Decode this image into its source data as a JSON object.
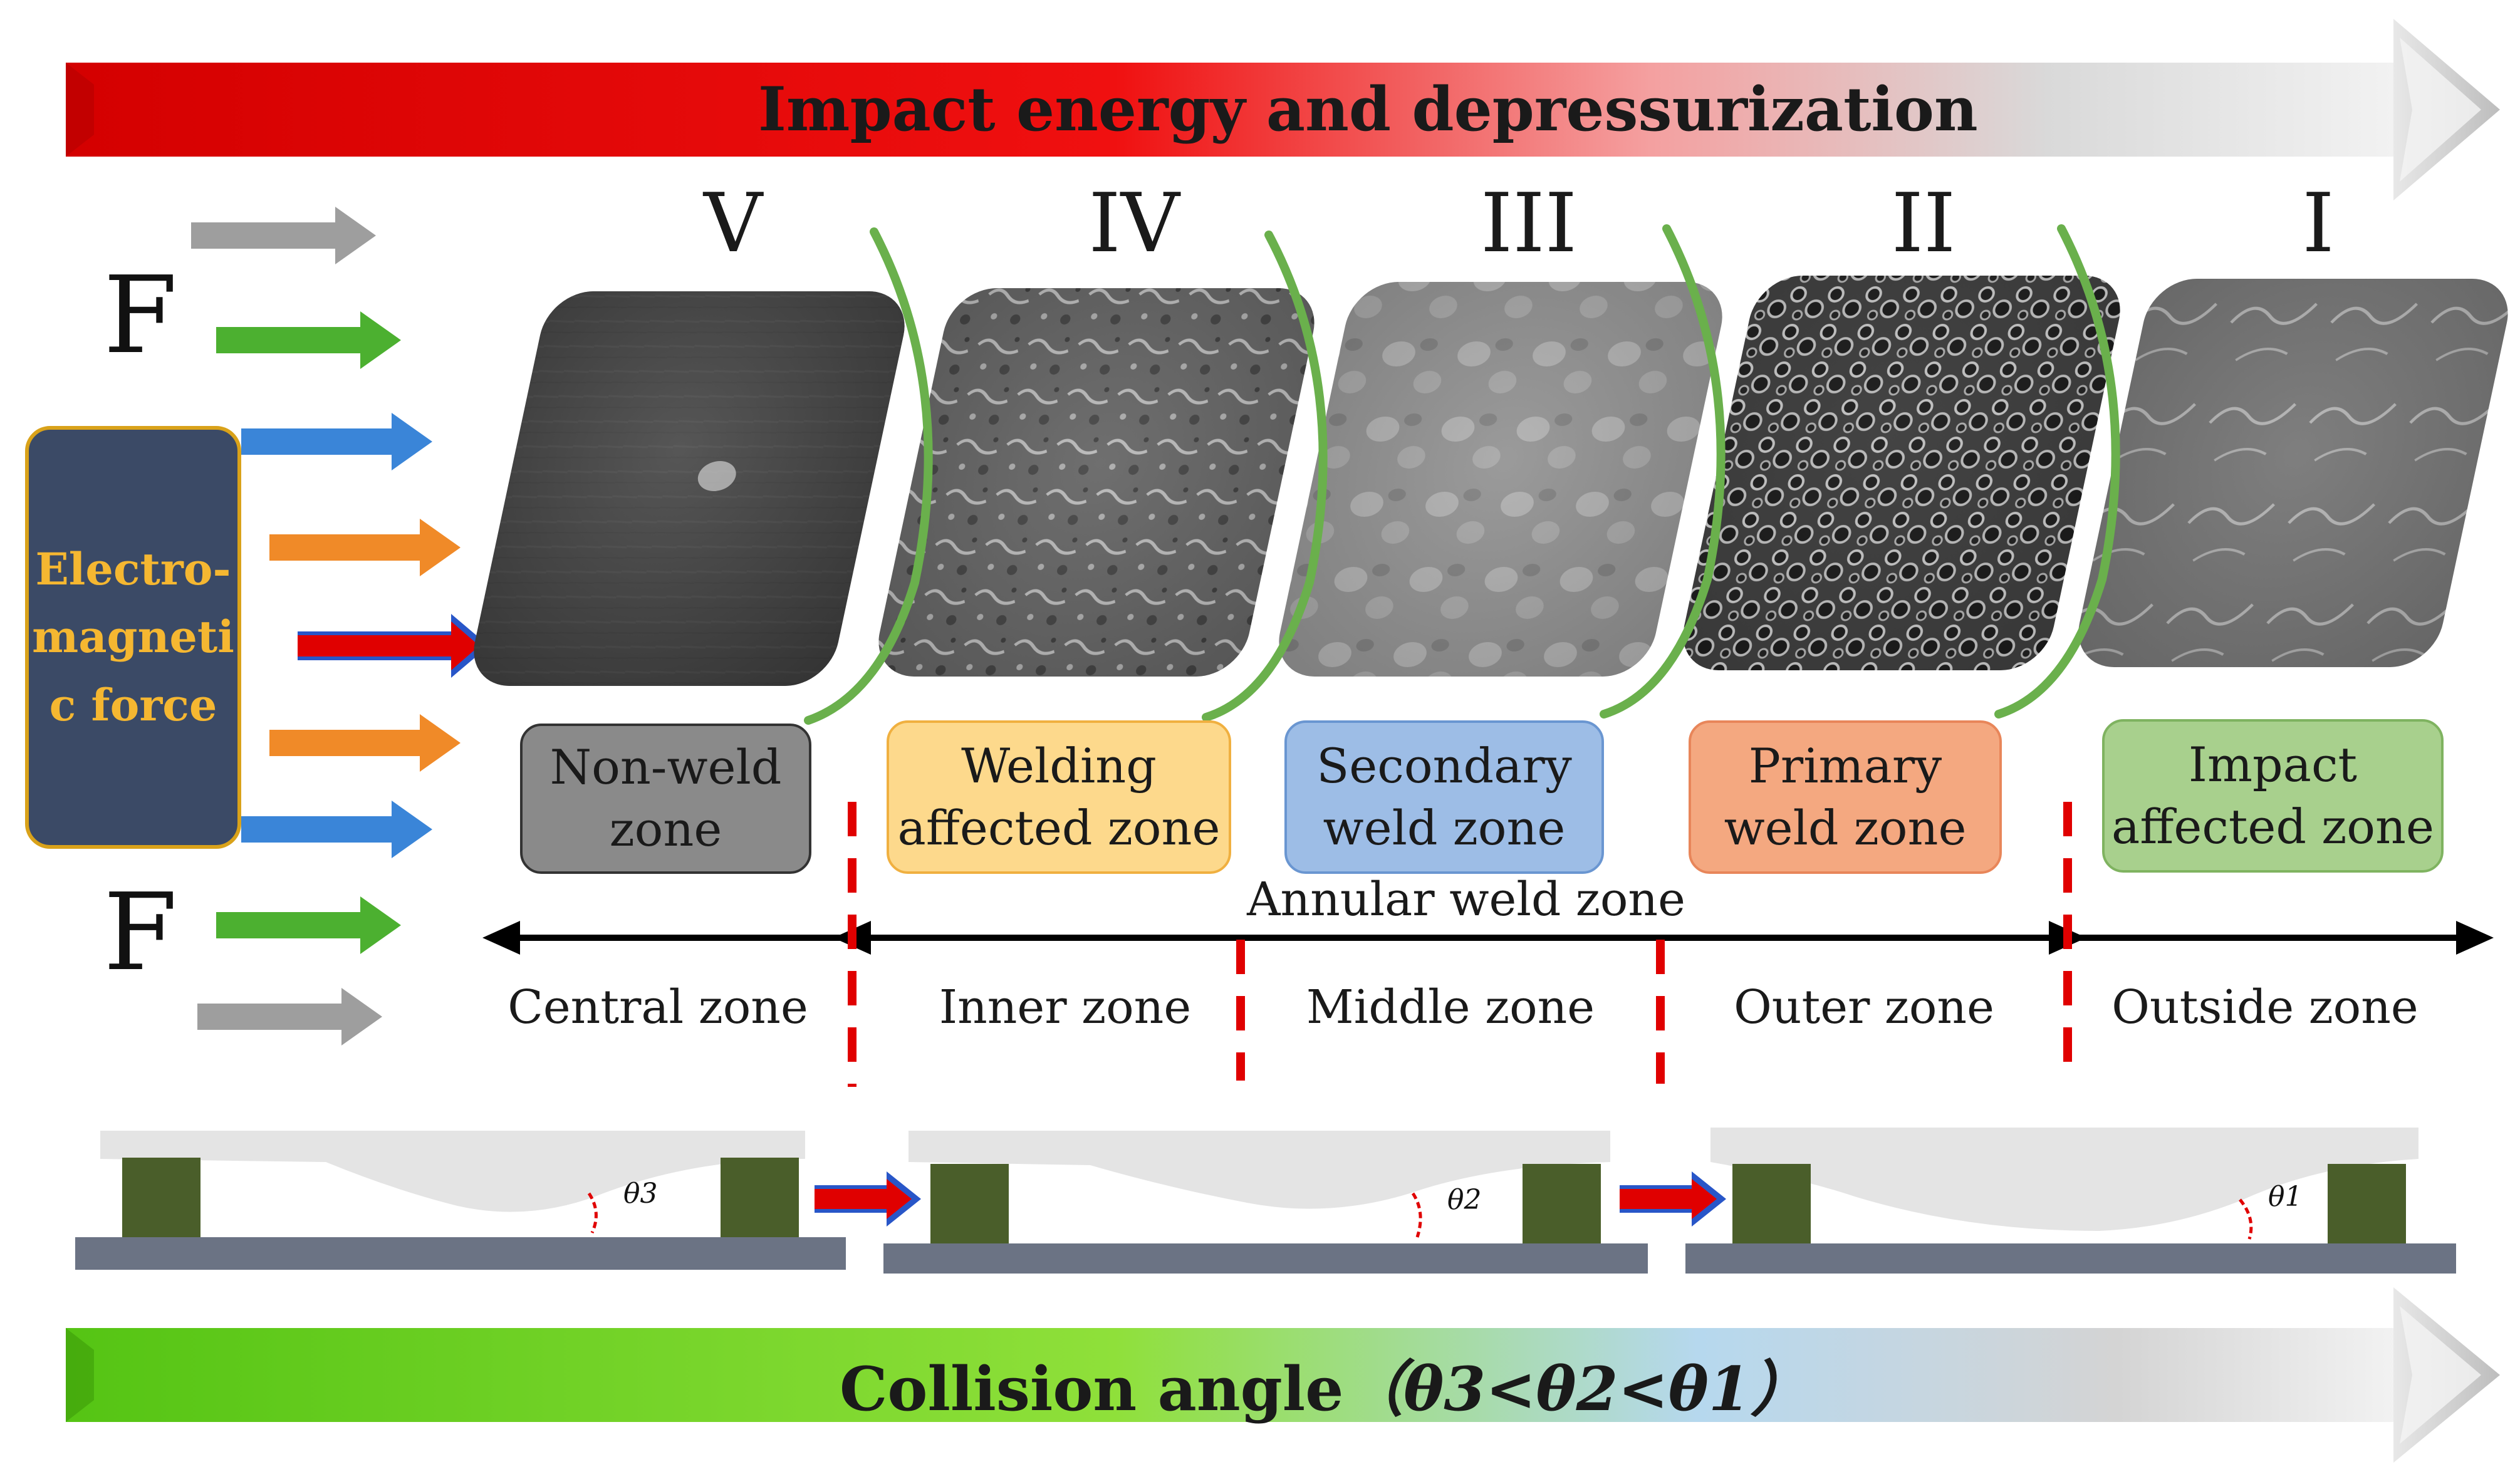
{
  "top_banner": {
    "label": "Impact energy and depressurization",
    "color_start": "#e60000",
    "color_end": "#d8d8d8"
  },
  "bottom_banner": {
    "label_prefix": "Collision angle",
    "label_formula": "（θ3<θ2<θ1）",
    "color_start": "#5cd016",
    "color_end": "#d8d8d8"
  },
  "force_labels": {
    "top": "F",
    "bottom": "F"
  },
  "electromagnetic": {
    "label": "Electro-\nmagneti\nc force",
    "bg": "#3b4a66",
    "border": "#d9a21a",
    "text_color": "#f5b731"
  },
  "roman_numerals": [
    "V",
    "IV",
    "III",
    "II",
    "I"
  ],
  "zones": [
    {
      "label": "Non-weld\nzone",
      "fill": "#8a8a8a",
      "stroke": "#333333"
    },
    {
      "label": "Welding\naffected zone",
      "fill": "#fdd98c",
      "stroke": "#f0b040"
    },
    {
      "label": "Secondary\nweld zone",
      "fill": "#9dbde6",
      "stroke": "#6a96d1"
    },
    {
      "label": "Primary\nweld zone",
      "fill": "#f4a880",
      "stroke": "#e8865a"
    },
    {
      "label": "Impact\naffected zone",
      "fill": "#a8d08d",
      "stroke": "#7fb360"
    }
  ],
  "annular_label": "Annular weld zone",
  "sub_zones": [
    "Central zone",
    "Inner zone",
    "Middle zone",
    "Outer zone",
    "Outside zone"
  ],
  "angle_labels": [
    "θ3",
    "θ2",
    "θ1"
  ],
  "colors": {
    "arc": "#6ab04c",
    "divider": "#e00000",
    "pillar": "#4a5e2a",
    "base": "#6b7384",
    "arrow_red": "#e00000",
    "arrow_blue": "#2856c8"
  }
}
